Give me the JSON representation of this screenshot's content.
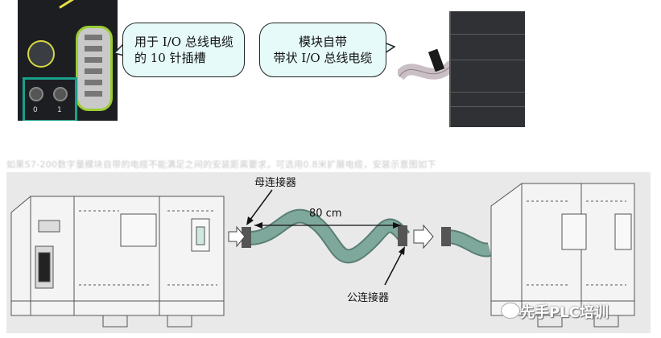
{
  "callouts": {
    "left_line1": "用于 I/O 总线电缆",
    "left_line2": "的 10 针插槽",
    "right_line1": "模块自带",
    "right_line2": "带状 I/O 总线电缆"
  },
  "caption": "如果S7-200数字量模块自带的电缆不能满足之间的安装距离要求，可选用0.8米扩展电缆，安装示意图如下",
  "diagram": {
    "female_connector_label": "母连接器",
    "cable_length_label": "80 cm",
    "male_connector_label": "公连接器",
    "watermark": "先手PLC培训"
  },
  "photo_left": {
    "label_0": "0",
    "label_1": "1"
  },
  "colors": {
    "bubble_fill": "#e6fafa",
    "highlight_yellow": "#e8e040",
    "highlight_green": "#9acd32",
    "highlight_teal": "#1aa08a",
    "cable_teal": "#7fa89c",
    "diagram_bg": "#e9e9e9"
  }
}
